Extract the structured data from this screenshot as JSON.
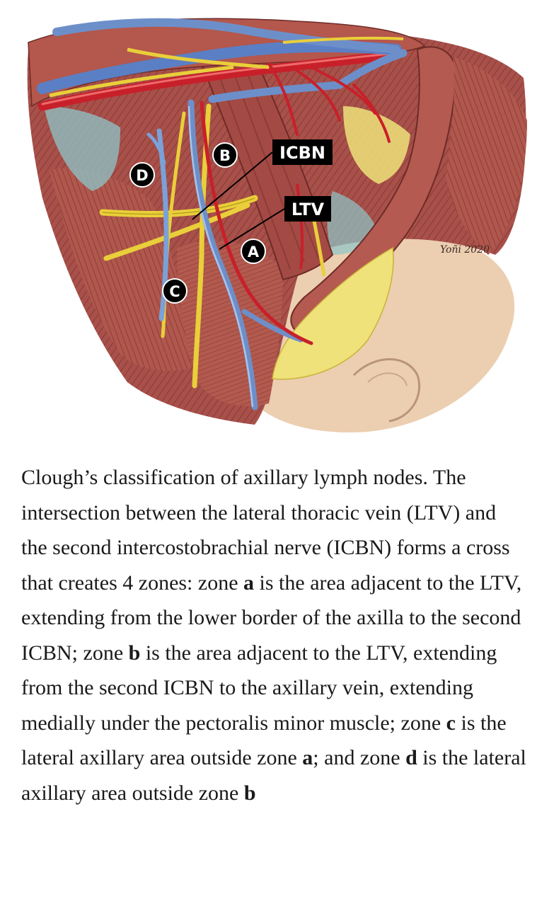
{
  "diagram": {
    "labels": {
      "icbn": "ICBN",
      "ltv": "LTV",
      "zone_a": "A",
      "zone_b": "B",
      "zone_c": "C",
      "zone_d": "D"
    },
    "artist_signature": "Yoñi 2020"
  },
  "caption": {
    "s1": "Clough’s classification of axillary lymph nodes. The intersection between the lateral thoracic vein (LTV) and the second intercostobrachial nerve (ICBN) forms a cross that creates 4 zones: zone ",
    "z1": "a",
    "s2": " is the area adjacent to the LTV, extending from the lower border of the axilla to the second ICBN; zone ",
    "z2": "b",
    "s3": " is the area adjacent to the LTV, extending from the second ICBN to the axillary vein, extending medially under the pectoralis minor muscle; zone ",
    "z3": "c",
    "s4": " is the lateral axillary area outside zone ",
    "z4": "a",
    "s5": "; and zone ",
    "z5": "d",
    "s6": " is the lateral axillary area outside zone ",
    "z6": "b"
  },
  "colors": {
    "muscle": "#a8504a",
    "muscle_dark": "#7e3530",
    "muscle_light": "#c77a6e",
    "vein": "#6d8fc9",
    "vein_dark": "#3d5f9e",
    "artery": "#c8202a",
    "nerve": "#e9cf3a",
    "fat": "#efe27a",
    "skin": "#e9c6a3",
    "fascia": "#8fc6c9",
    "label_bg": "#000000",
    "label_fg": "#ffffff"
  }
}
